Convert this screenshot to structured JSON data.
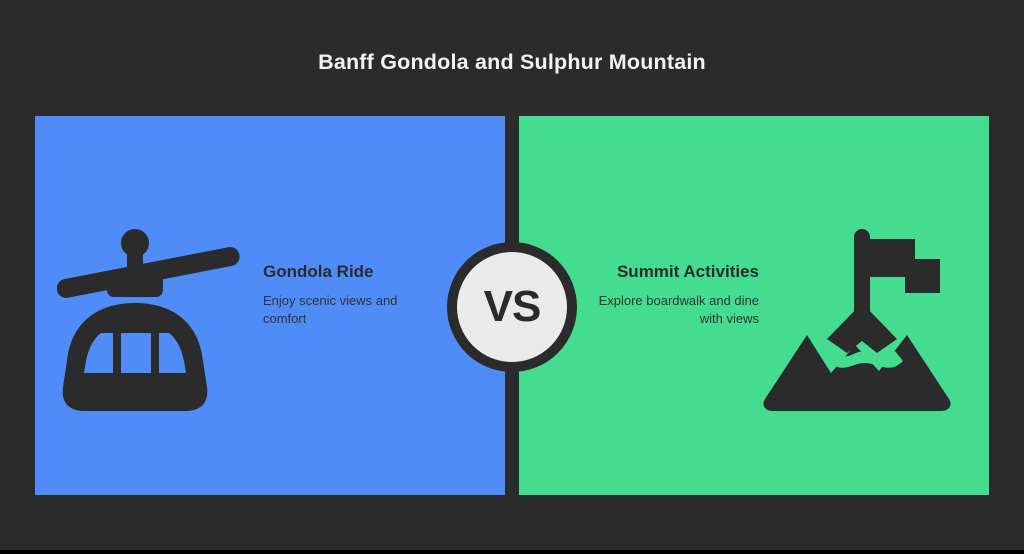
{
  "page": {
    "title": "Banff Gondola and Sulphur Mountain",
    "background_color": "#2b2b2b",
    "bottom_strip_color": "#000000"
  },
  "comparison": {
    "badge": {
      "label": "VS",
      "icon_name": "vs-badge",
      "fill_color": "#eaeaea",
      "border_color": "#2b2b2b"
    },
    "left_panel": {
      "heading": "Gondola Ride",
      "subtitle": "Enjoy scenic views and comfort",
      "background_color": "#4f8cf8",
      "text_color": "#2b2b2b",
      "icon_name": "gondola-icon"
    },
    "right_panel": {
      "heading": "Summit Activities",
      "subtitle": "Explore boardwalk and dine with views",
      "background_color": "#44dd90",
      "text_color": "#2b2b2b",
      "icon_name": "mountain-flag-icon"
    }
  }
}
